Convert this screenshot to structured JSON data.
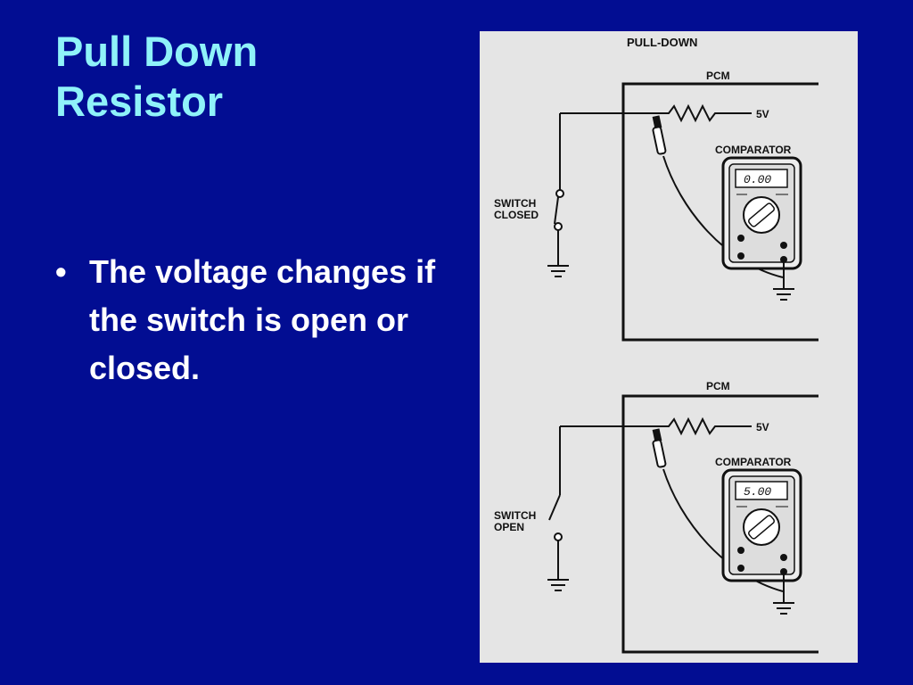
{
  "slide": {
    "title_lines": [
      "Pull Down",
      "Resistor"
    ],
    "bullets": [
      "The voltage changes if the switch is open or closed."
    ]
  },
  "figure": {
    "heading": "PULL-DOWN",
    "panels": [
      {
        "pcm_label": "PCM",
        "voltage_label": "5V",
        "meter_label": "COMPARATOR",
        "meter_reading": "0.00",
        "switch_label_lines": [
          "SWITCH",
          "CLOSED"
        ],
        "switch_state": "closed"
      },
      {
        "pcm_label": "PCM",
        "voltage_label": "5V",
        "meter_label": "COMPARATOR",
        "meter_reading": "5.00",
        "switch_label_lines": [
          "SWITCH",
          "OPEN"
        ],
        "switch_state": "open"
      }
    ]
  },
  "colors": {
    "background": "#020d92",
    "title": "#8ff2f9",
    "body_text": "#ffffff",
    "figure_bg": "#e5e5e5"
  }
}
